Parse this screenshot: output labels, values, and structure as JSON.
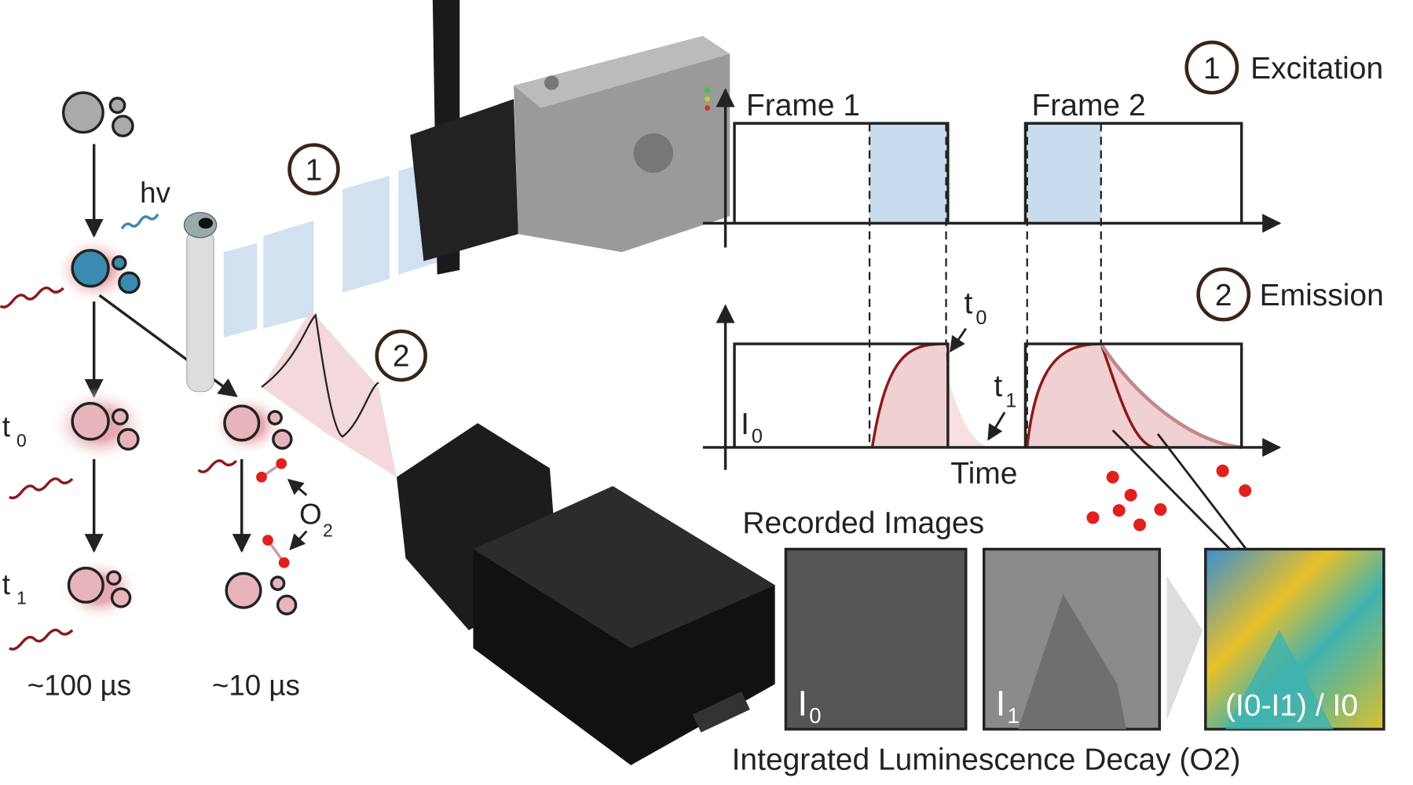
{
  "labels": {
    "excitation": "Excitation",
    "emission": "Emission",
    "step1": "1",
    "step2": "2",
    "frame1": "Frame 1",
    "frame2": "Frame 2",
    "time": "Time",
    "i0_chart": "I",
    "i0_sub": "0",
    "t0": "t",
    "t0_sub": "0",
    "t1": "t",
    "t1_sub": "1",
    "hv": "hv",
    "o2": "O",
    "o2_sub": "2",
    "left_t0": "t",
    "left_t0_sub": "0",
    "left_t1": "t",
    "left_t1_sub": "1",
    "lifetime_long": "~100 µs",
    "lifetime_short": "~10 µs",
    "recorded_images": "Recorded Images",
    "img1_label": "I",
    "img1_sub": "0",
    "img2_label": "I",
    "img2_sub": "1",
    "img3_label": "(I0-I1) / I0",
    "caption": "Integrated Luminescence Decay (O2)"
  },
  "colors": {
    "accent_blue": "#c9dcee",
    "emission_red": "#8b1a1a",
    "emission_fill": "#f0d0d2",
    "circle_brown": "#3a2418",
    "excited_blue": "#3b8bb0"
  }
}
